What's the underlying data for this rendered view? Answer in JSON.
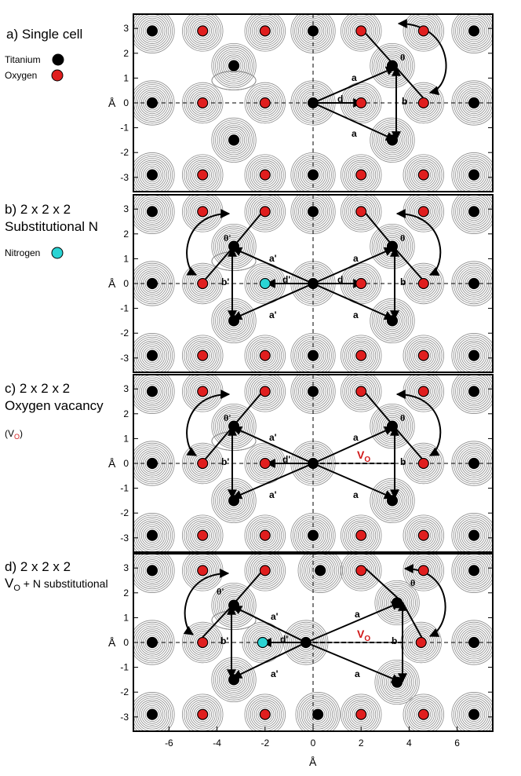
{
  "x_axis_label": "Å",
  "y_axis_label": "Å",
  "x_ticks": [
    "-6",
    "-4",
    "-2",
    "0",
    "2",
    "4",
    "6"
  ],
  "y_ticks": [
    "3",
    "2",
    "1",
    "0",
    "-1",
    "-2",
    "-3"
  ],
  "colors": {
    "titanium": "#000000",
    "oxygen": "#e01e1e",
    "nitrogen": "#2ad4d4",
    "contour": "#8a8a8a",
    "vacancy_label": "#d01818"
  },
  "panels": [
    {
      "id": "a",
      "title_lines": [
        "a) Single cell"
      ],
      "legend": [
        {
          "species": "titanium",
          "label": "Titanium"
        },
        {
          "species": "oxygen",
          "label": "Oxygen"
        }
      ],
      "vacancy_legend": null,
      "vacancy_label": null,
      "bond_labels": [
        "a",
        "a",
        "d",
        "b",
        "θ"
      ],
      "atoms": [
        {
          "e": "Ti",
          "x": -6.7,
          "y": 2.9
        },
        {
          "e": "O",
          "x": -4.6,
          "y": 2.9
        },
        {
          "e": "O",
          "x": -2.0,
          "y": 2.9
        },
        {
          "e": "Ti",
          "x": 0,
          "y": 2.9
        },
        {
          "e": "O",
          "x": 2.0,
          "y": 2.9
        },
        {
          "e": "O",
          "x": 4.6,
          "y": 2.9
        },
        {
          "e": "Ti",
          "x": 6.7,
          "y": 2.9
        },
        {
          "e": "Ti",
          "x": -3.3,
          "y": 1.5
        },
        {
          "e": "Ti",
          "x": 3.3,
          "y": 1.5
        },
        {
          "e": "Ti",
          "x": -6.7,
          "y": 0
        },
        {
          "e": "O",
          "x": -4.6,
          "y": 0
        },
        {
          "e": "O",
          "x": -2.0,
          "y": 0
        },
        {
          "e": "Ti",
          "x": 0,
          "y": 0
        },
        {
          "e": "O",
          "x": 2.0,
          "y": 0
        },
        {
          "e": "O",
          "x": 4.6,
          "y": 0
        },
        {
          "e": "Ti",
          "x": 6.7,
          "y": 0
        },
        {
          "e": "Ti",
          "x": -3.3,
          "y": -1.5
        },
        {
          "e": "Ti",
          "x": 3.3,
          "y": -1.5
        },
        {
          "e": "Ti",
          "x": -6.7,
          "y": -2.9
        },
        {
          "e": "O",
          "x": -4.6,
          "y": -2.9
        },
        {
          "e": "O",
          "x": -2.0,
          "y": -2.9
        },
        {
          "e": "Ti",
          "x": 0,
          "y": -2.9
        },
        {
          "e": "O",
          "x": 2.0,
          "y": -2.9
        },
        {
          "e": "O",
          "x": 4.6,
          "y": -2.9
        },
        {
          "e": "Ti",
          "x": 6.7,
          "y": -2.9
        }
      ]
    },
    {
      "id": "b",
      "title_lines": [
        "b) 2 x 2 x 2",
        "Substitutional N"
      ],
      "legend": [
        {
          "species": "nitrogen",
          "label": "Nitrogen"
        }
      ],
      "vacancy_legend": null,
      "vacancy_label": null,
      "bond_labels": [
        "a'",
        "a'",
        "d'",
        "b'",
        "θ'",
        "a",
        "a",
        "d",
        "b",
        "θ"
      ],
      "atoms": [
        {
          "e": "Ti",
          "x": -6.7,
          "y": 2.9
        },
        {
          "e": "O",
          "x": -4.6,
          "y": 2.9
        },
        {
          "e": "O",
          "x": -2.0,
          "y": 2.9
        },
        {
          "e": "Ti",
          "x": 0,
          "y": 2.9
        },
        {
          "e": "O",
          "x": 2.0,
          "y": 2.9
        },
        {
          "e": "O",
          "x": 4.6,
          "y": 2.9
        },
        {
          "e": "Ti",
          "x": 6.7,
          "y": 2.9
        },
        {
          "e": "Ti",
          "x": -3.3,
          "y": 1.5
        },
        {
          "e": "Ti",
          "x": 3.3,
          "y": 1.5
        },
        {
          "e": "Ti",
          "x": -6.7,
          "y": 0
        },
        {
          "e": "O",
          "x": -4.6,
          "y": 0
        },
        {
          "e": "N",
          "x": -2.0,
          "y": 0
        },
        {
          "e": "Ti",
          "x": 0,
          "y": 0
        },
        {
          "e": "O",
          "x": 2.0,
          "y": 0
        },
        {
          "e": "O",
          "x": 4.6,
          "y": 0
        },
        {
          "e": "Ti",
          "x": 6.7,
          "y": 0
        },
        {
          "e": "Ti",
          "x": -3.3,
          "y": -1.5
        },
        {
          "e": "Ti",
          "x": 3.3,
          "y": -1.5
        },
        {
          "e": "Ti",
          "x": -6.7,
          "y": -2.9
        },
        {
          "e": "O",
          "x": -4.6,
          "y": -2.9
        },
        {
          "e": "O",
          "x": -2.0,
          "y": -2.9
        },
        {
          "e": "Ti",
          "x": 0,
          "y": -2.9
        },
        {
          "e": "O",
          "x": 2.0,
          "y": -2.9
        },
        {
          "e": "O",
          "x": 4.6,
          "y": -2.9
        },
        {
          "e": "Ti",
          "x": 6.7,
          "y": -2.9
        }
      ]
    },
    {
      "id": "c",
      "title_lines": [
        "c) 2 x 2 x 2",
        "Oxygen vacancy"
      ],
      "legend": [],
      "vacancy_legend": {
        "text": "(V",
        "sub": "O",
        "close": ")"
      },
      "vacancy_label": {
        "text": "V",
        "sub": "O"
      },
      "bond_labels": [
        "a'",
        "a'",
        "d'",
        "b'",
        "θ'",
        "a",
        "a",
        "b",
        "θ"
      ],
      "atoms": [
        {
          "e": "Ti",
          "x": -6.7,
          "y": 2.9
        },
        {
          "e": "O",
          "x": -4.6,
          "y": 2.9
        },
        {
          "e": "O",
          "x": -2.0,
          "y": 2.9
        },
        {
          "e": "Ti",
          "x": 0,
          "y": 2.9
        },
        {
          "e": "O",
          "x": 2.0,
          "y": 2.9
        },
        {
          "e": "O",
          "x": 4.6,
          "y": 2.9
        },
        {
          "e": "Ti",
          "x": 6.7,
          "y": 2.9
        },
        {
          "e": "Ti",
          "x": -3.3,
          "y": 1.5
        },
        {
          "e": "Ti",
          "x": 3.3,
          "y": 1.5
        },
        {
          "e": "Ti",
          "x": -6.7,
          "y": 0
        },
        {
          "e": "O",
          "x": -4.6,
          "y": 0
        },
        {
          "e": "O",
          "x": -2.0,
          "y": 0
        },
        {
          "e": "Ti",
          "x": 0,
          "y": 0
        },
        {
          "e": "O",
          "x": 4.6,
          "y": 0
        },
        {
          "e": "Ti",
          "x": 6.7,
          "y": 0
        },
        {
          "e": "Ti",
          "x": -3.3,
          "y": -1.5
        },
        {
          "e": "Ti",
          "x": 3.3,
          "y": -1.5
        },
        {
          "e": "Ti",
          "x": -6.7,
          "y": -2.9
        },
        {
          "e": "O",
          "x": -4.6,
          "y": -2.9
        },
        {
          "e": "O",
          "x": -2.0,
          "y": -2.9
        },
        {
          "e": "Ti",
          "x": 0,
          "y": -2.9
        },
        {
          "e": "O",
          "x": 2.0,
          "y": -2.9
        },
        {
          "e": "O",
          "x": 4.6,
          "y": -2.9
        },
        {
          "e": "Ti",
          "x": 6.7,
          "y": -2.9
        }
      ]
    },
    {
      "id": "d",
      "title_lines": [
        "d) 2 x 2 x 2"
      ],
      "title_sub_line": {
        "text": "V",
        "sub": "O",
        "rest": " + N substitutional"
      },
      "legend": [],
      "vacancy_legend": null,
      "vacancy_label": {
        "text": "V",
        "sub": "O"
      },
      "bond_labels": [
        "a'",
        "a'",
        "d'",
        "b'",
        "θ'",
        "a",
        "a",
        "b",
        "θ"
      ],
      "atoms": [
        {
          "e": "Ti",
          "x": -6.7,
          "y": 2.9
        },
        {
          "e": "O",
          "x": -4.6,
          "y": 2.9
        },
        {
          "e": "O",
          "x": -2.0,
          "y": 2.9
        },
        {
          "e": "Ti",
          "x": 0.3,
          "y": 2.9
        },
        {
          "e": "O",
          "x": 2.0,
          "y": 2.9
        },
        {
          "e": "O",
          "x": 4.6,
          "y": 2.9
        },
        {
          "e": "Ti",
          "x": 6.7,
          "y": 2.9
        },
        {
          "e": "Ti",
          "x": -3.3,
          "y": 1.5
        },
        {
          "e": "Ti",
          "x": 3.5,
          "y": 1.6
        },
        {
          "e": "Ti",
          "x": -6.7,
          "y": 0
        },
        {
          "e": "O",
          "x": -4.6,
          "y": 0
        },
        {
          "e": "N",
          "x": -2.1,
          "y": 0
        },
        {
          "e": "Ti",
          "x": -0.3,
          "y": 0
        },
        {
          "e": "O",
          "x": 4.5,
          "y": 0
        },
        {
          "e": "Ti",
          "x": 6.7,
          "y": 0
        },
        {
          "e": "Ti",
          "x": -3.3,
          "y": -1.5
        },
        {
          "e": "Ti",
          "x": 3.5,
          "y": -1.6
        },
        {
          "e": "Ti",
          "x": -6.7,
          "y": -2.9
        },
        {
          "e": "O",
          "x": -4.6,
          "y": -2.9
        },
        {
          "e": "O",
          "x": -2.0,
          "y": -2.9
        },
        {
          "e": "Ti",
          "x": 0.2,
          "y": -2.9
        },
        {
          "e": "O",
          "x": 2.0,
          "y": -2.9
        },
        {
          "e": "O",
          "x": 4.6,
          "y": -2.9
        },
        {
          "e": "Ti",
          "x": 6.7,
          "y": -2.9
        }
      ]
    }
  ]
}
